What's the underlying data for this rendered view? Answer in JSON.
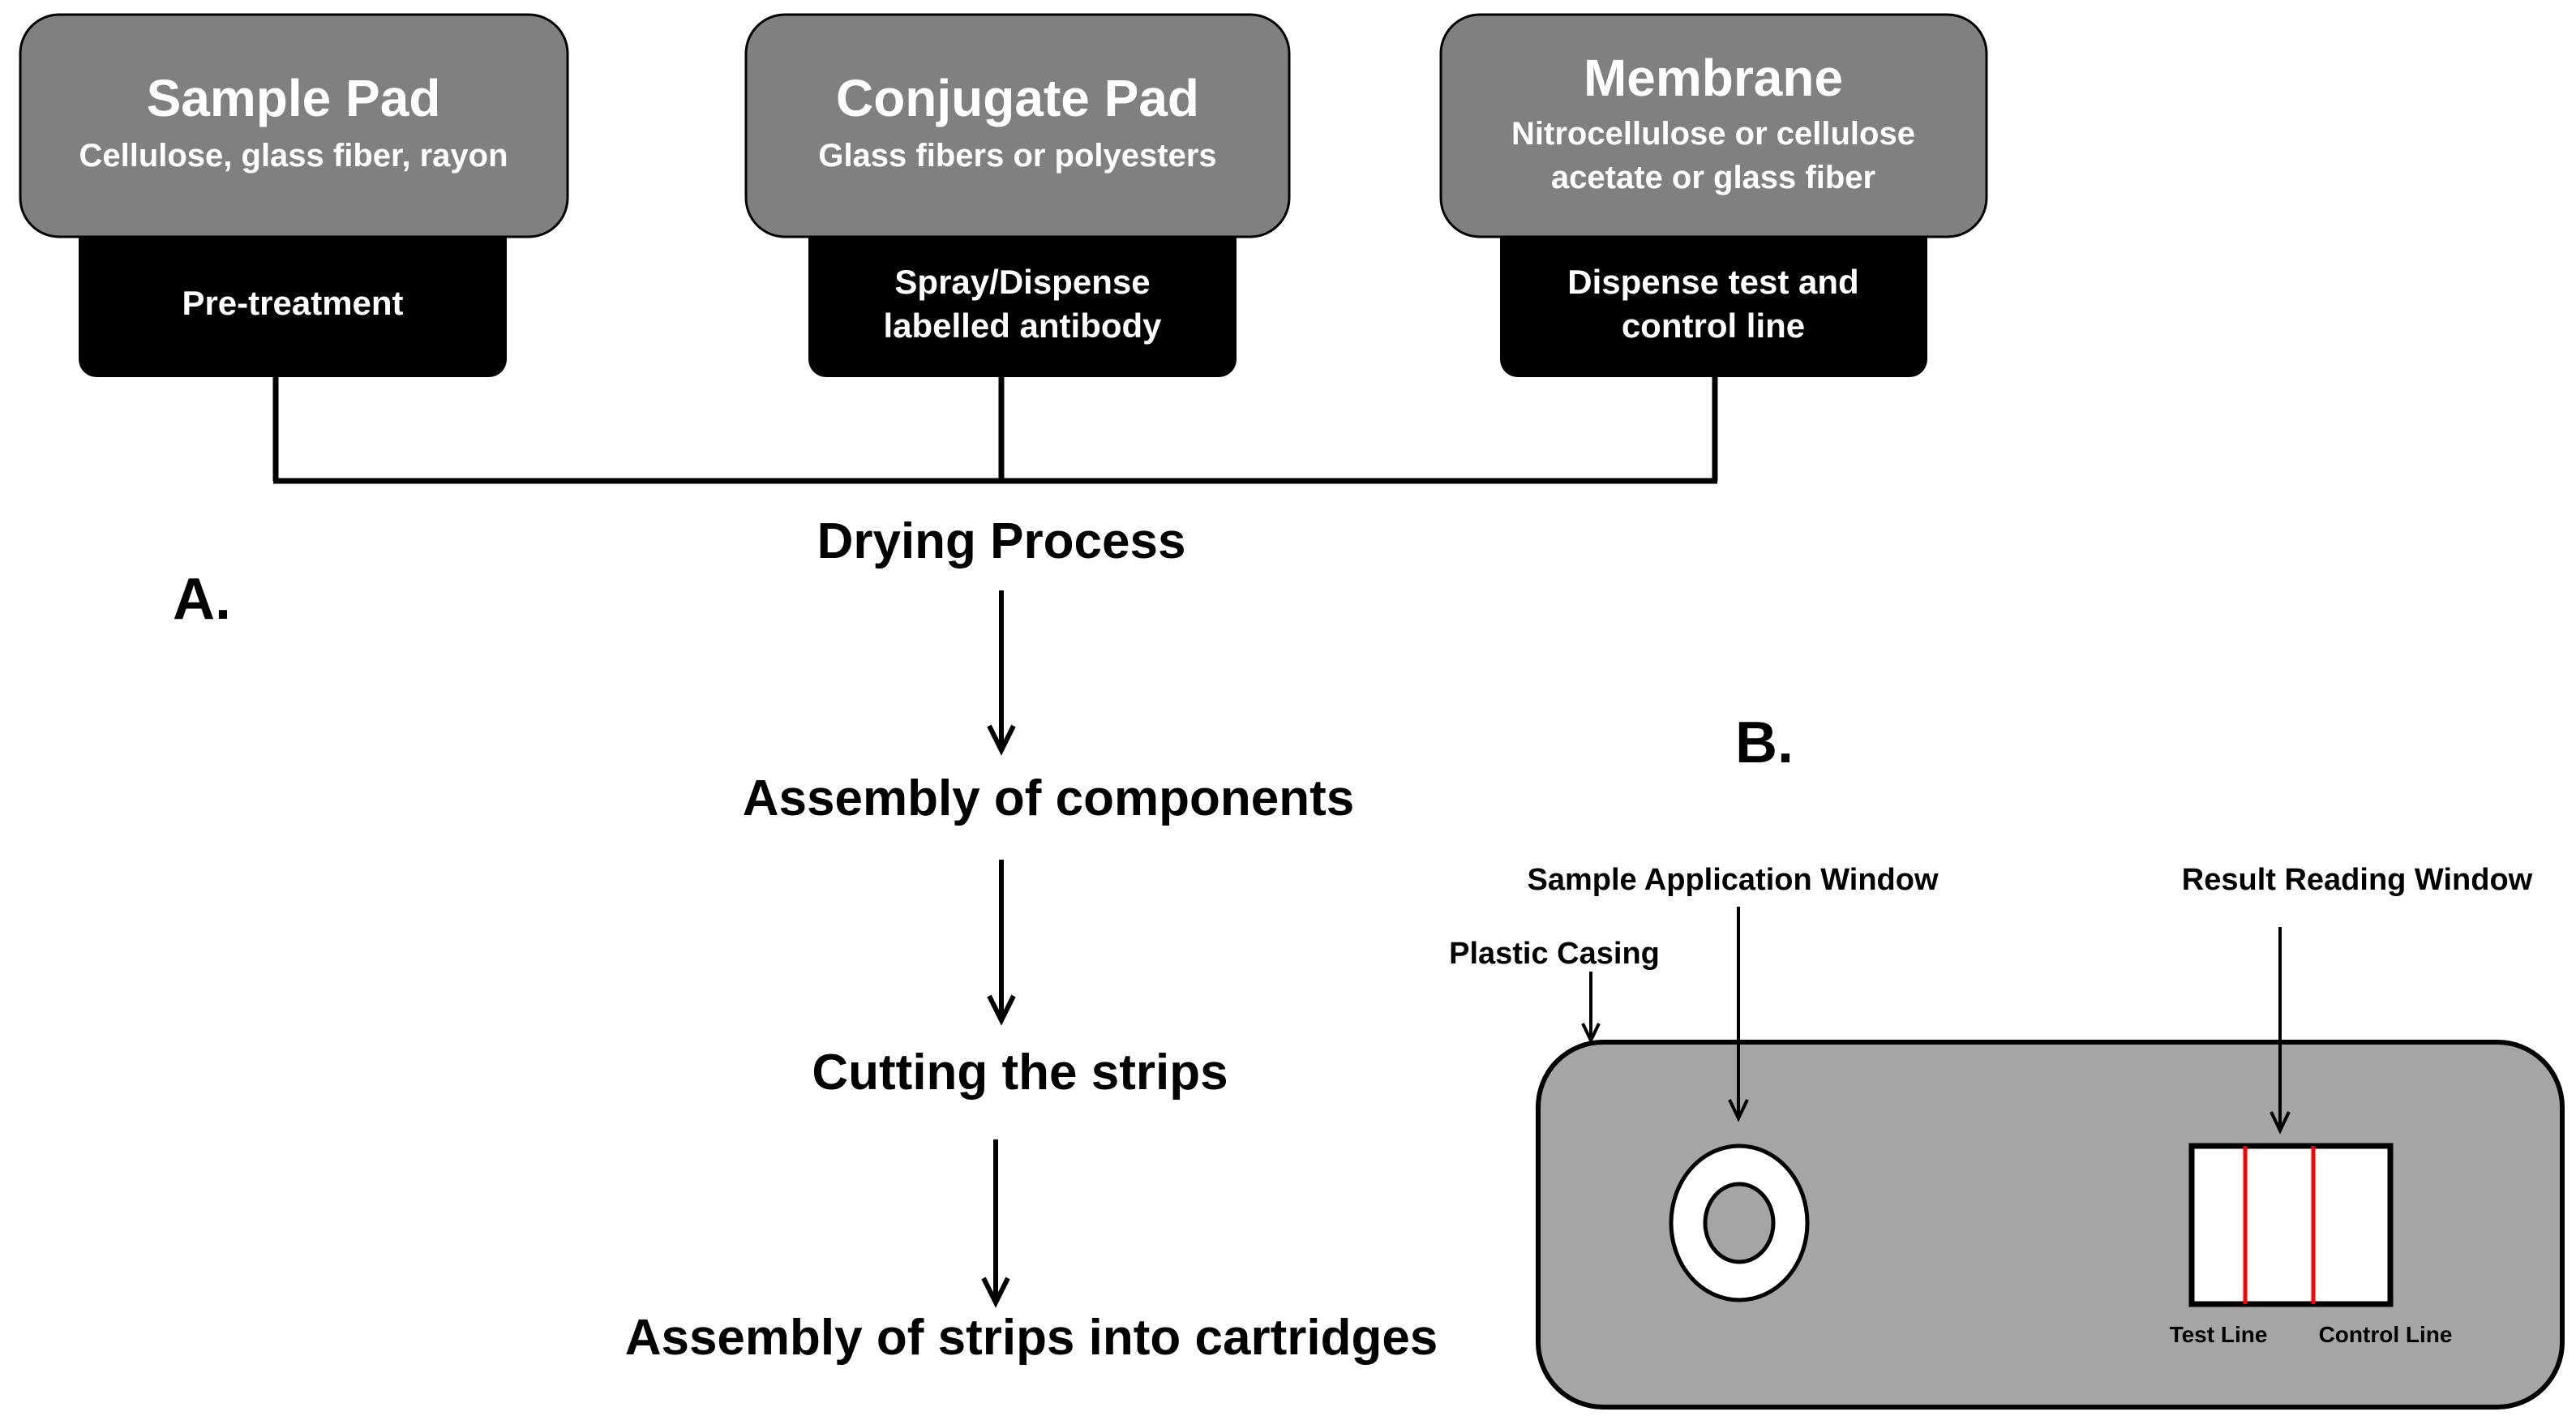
{
  "panel_a": {
    "label": "A.",
    "components": [
      {
        "title": "Sample Pad",
        "materials": [
          "Cellulose, glass fiber, rayon"
        ],
        "process": [
          "Pre-treatment"
        ]
      },
      {
        "title": "Conjugate Pad",
        "materials": [
          "Glass fibers or polyesters"
        ],
        "process": [
          "Spray/Dispense",
          "labelled antibody"
        ]
      },
      {
        "title": "Membrane",
        "materials": [
          "Nitrocellulose or cellulose",
          "acetate or glass fiber"
        ],
        "process": [
          "Dispense test and",
          "control line"
        ]
      }
    ],
    "steps": [
      "Drying Process",
      "Assembly of components",
      "Cutting the strips",
      "Assembly of strips into cartridges"
    ]
  },
  "panel_b": {
    "label": "B.",
    "sample_window_label": "Sample Application Window",
    "result_window_label": "Result Reading Window",
    "casing_label": "Plastic Casing",
    "test_line_label": "Test Line",
    "control_line_label": "Control Line"
  },
  "colors": {
    "component_box": "#808080",
    "process_box": "#000000",
    "casing": "#a5a5a5",
    "line_marks": "#ff0000"
  }
}
